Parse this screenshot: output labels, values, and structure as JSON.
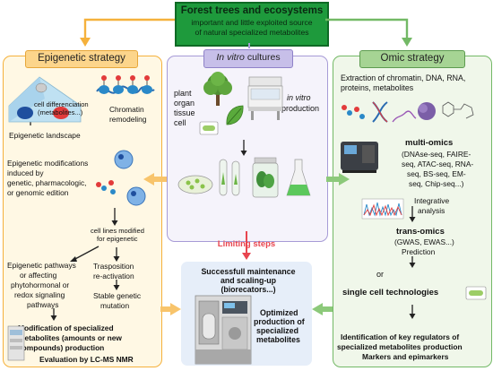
{
  "top": {
    "title": "Forest trees and ecosystems",
    "subtitle_line1": "important and little exploited source",
    "subtitle_line2": "of natural specialized metabolites"
  },
  "invitro": {
    "header": "In vitro cultures",
    "header_italic_part": "In vitro",
    "header_rest": " cultures",
    "label_plant": "plant",
    "label_organ": "organ",
    "label_tissue": "tissue",
    "label_cell": "cell",
    "label_production_italic": "in vitro",
    "label_production": "production"
  },
  "limiting": {
    "text": "Limiting steps"
  },
  "center": {
    "title_line1": "Successfull maintenance",
    "title_line2": "and scaling-up",
    "title_line3": "(biorecators...)",
    "opt_line1": "Optimized",
    "opt_line2": "production of",
    "opt_line3": "specialized",
    "opt_line4": "metabolites"
  },
  "epigenetic": {
    "header": "Epigenetic strategy",
    "cell_diff_line1": "cell differenciation",
    "cell_diff_line2": "(metabolites...)",
    "chromatin_line1": "Chromatin",
    "chromatin_line2": "remodeling",
    "landscape": "Epigenetic landscape",
    "mods_line1": "Epigenetic modifications",
    "mods_line2": "induced by",
    "mods_line3": "genetic, pharmacologic,",
    "mods_line4": "or genomic edition",
    "lines_line1": "cell lines modified",
    "lines_line2": "for epigenetic",
    "pathways_line1": "Epigenetic pathways",
    "pathways_line2": "or affecting",
    "pathways_line3": "phytohormonal or",
    "pathways_line4": "redox signaling",
    "pathways_line5": "pathways",
    "trans_line1": "Trasposition",
    "trans_line2": "re-activation",
    "stable_line1": "Stable genetic",
    "stable_line2": "mutation",
    "mod_line1": "Modification of specialized",
    "mod_line2": "metabolites (amounts or new",
    "mod_line3": "compounds) production",
    "eval": "Evaluation by LC-MS NMR"
  },
  "omic": {
    "header": "Omic strategy",
    "extract_line1": "Extraction of chromatin, DNA, RNA,",
    "extract_line2": "proteins, metabolites",
    "multi": "multi-omics",
    "multi_line1": "(DNAse-seq, FAIRE-",
    "multi_line2": "seq, ATAC-seq, RNA-",
    "multi_line3": "seq, BS-seq, EM-",
    "multi_line4": "seq, Chip-seq...)",
    "integr_line1": "Integrative",
    "integr_line2": "analysis",
    "trans": "trans-omics",
    "trans_line1": "(GWAS, EWAS...)",
    "trans_line2": "Prediction",
    "or": "or",
    "single": "single cell technologies",
    "ident_line1": "Identification of key regulators of",
    "ident_line2": "specialized metabolites production",
    "ident_line3": "Markers and epimarkers"
  },
  "colors": {
    "epi": "#f5b13c",
    "epi_bg": "#fff8e4",
    "omic": "#73b966",
    "omic_bg": "#f0f7ea",
    "invitro": "#a79bd6",
    "invitro_bg": "#f5f3fb",
    "top_fill": "#1e9a3c",
    "limiting": "#e8454f",
    "center_bg": "#e6eef9"
  }
}
